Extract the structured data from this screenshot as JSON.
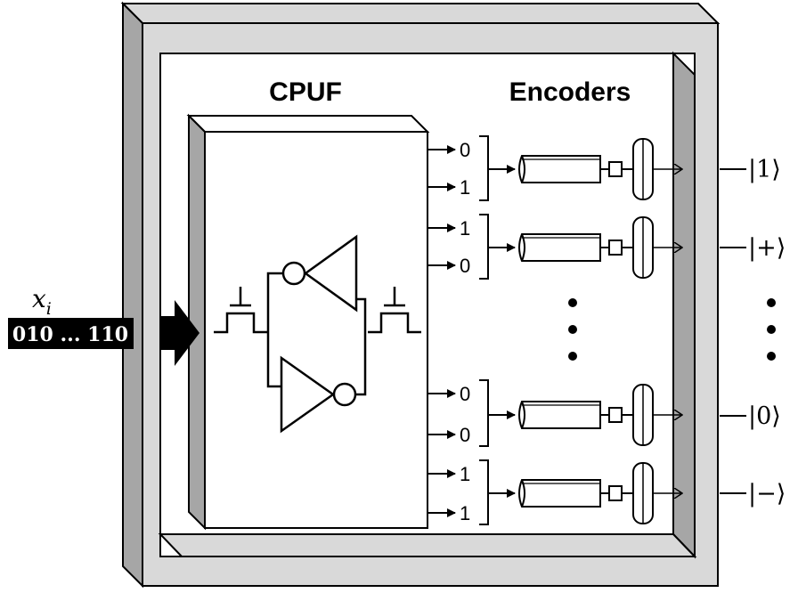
{
  "input": {
    "variable": "x",
    "subscript": "i",
    "bits": "010 ... 110"
  },
  "blocks": {
    "cpuf": "CPUF",
    "encoders": "Encoders"
  },
  "channels": [
    {
      "bits": [
        "0",
        "1"
      ],
      "state": "|1⟩"
    },
    {
      "bits": [
        "1",
        "0"
      ],
      "state": "|+⟩"
    },
    {
      "bits": [
        "0",
        "0"
      ],
      "state": "|0⟩"
    },
    {
      "bits": [
        "1",
        "1"
      ],
      "state": "|−⟩"
    }
  ],
  "colors": {
    "box_face": "#d9d9d9",
    "box_side": "#a6a6a6",
    "stroke": "#000000",
    "inner": "#ffffff"
  }
}
